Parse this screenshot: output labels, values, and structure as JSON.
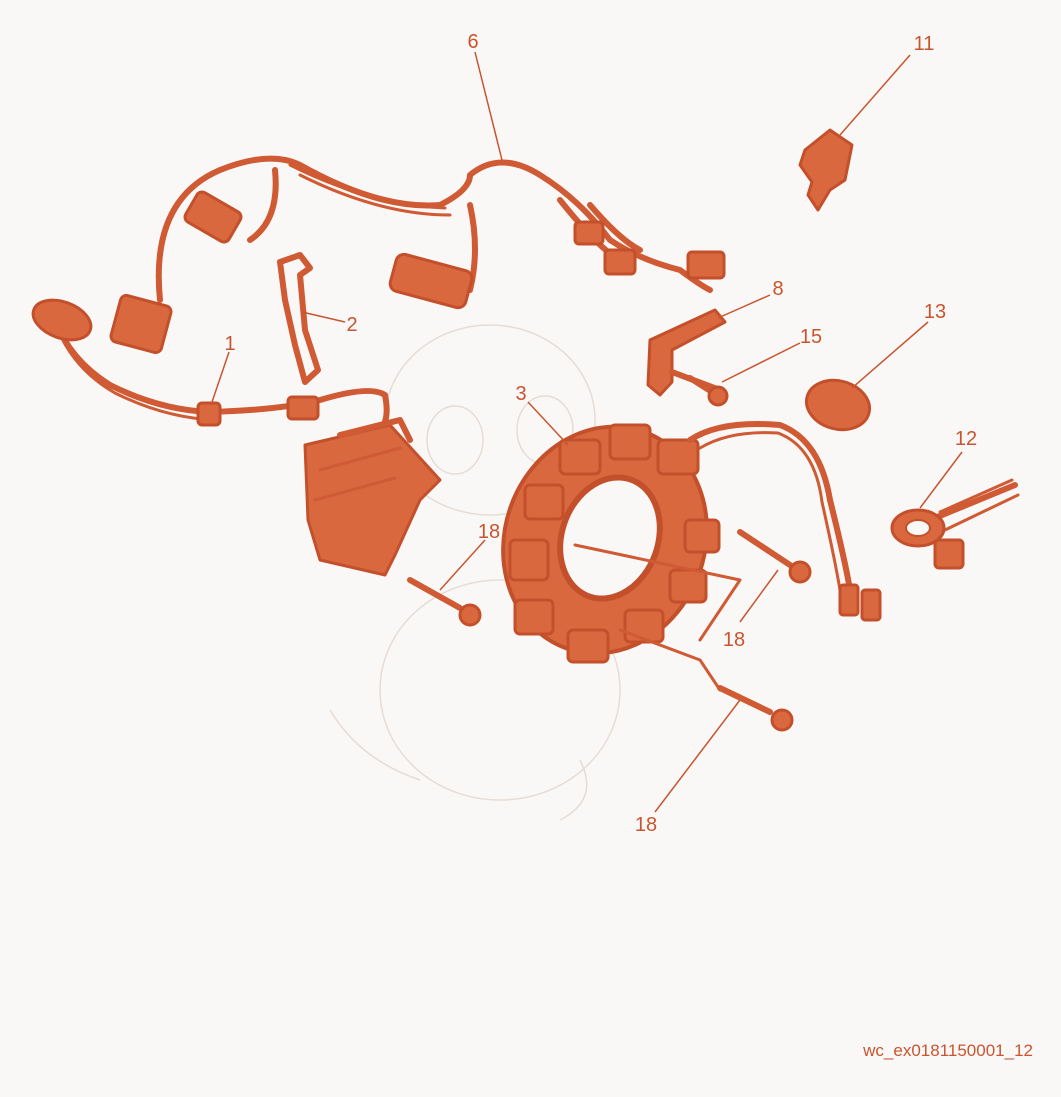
{
  "callouts": [
    "1",
    "2",
    "3",
    "6",
    "8",
    "11",
    "12",
    "13",
    "15",
    "18",
    "18",
    "18"
  ],
  "reference": "wc_ex0181150001_12",
  "colors": {
    "parts": "#d9683f",
    "labels": "#c8552f",
    "background": "#faf8f6"
  }
}
